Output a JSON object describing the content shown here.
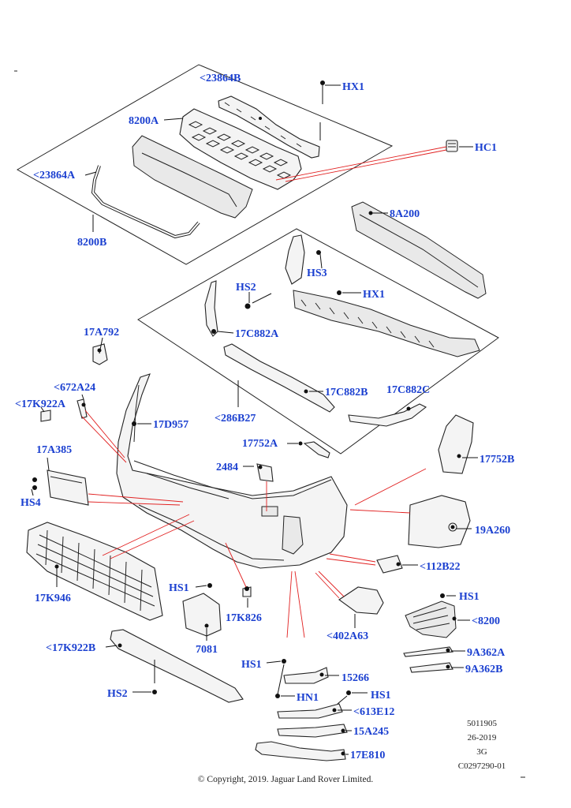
{
  "labels": {
    "l_23864B": "<23864B",
    "l_HX1_top": "HX1",
    "l_8200A": "8200A",
    "l_HC1": "HC1",
    "l_23864A": "<23864A",
    "l_8A200": "8A200",
    "l_8200B": "8200B",
    "l_HS3": "HS3",
    "l_HS2_mid": "HS2",
    "l_HX1_mid": "HX1",
    "l_17A792": "17A792",
    "l_17C882A": "17C882A",
    "l_17C882B": "17C882B",
    "l_17C882C": "17C882C",
    "l_672A24": "<672A24",
    "l_17K922A": "<17K922A",
    "l_17D957": "17D957",
    "l_286B27": "<286B27",
    "l_17A385": "17A385",
    "l_17752A": "17752A",
    "l_17752B": "17752B",
    "l_2484": "2484",
    "l_HS4": "HS4",
    "l_19A260": "19A260",
    "l_112B22": "<112B22",
    "l_17K946": "17K946",
    "l_HS1_a": "HS1",
    "l_17K826": "17K826",
    "l_HS1_b": "HS1",
    "l_8200": "<8200",
    "l_402A63": "<402A63",
    "l_7081": "7081",
    "l_17K922B": "<17K922B",
    "l_9A362A": "9A362A",
    "l_9A362B": "9A362B",
    "l_HS1_c": "HS1",
    "l_15266": "15266",
    "l_HS2_bot": "HS2",
    "l_HN1": "HN1",
    "l_HS1_d": "HS1",
    "l_613E12": "<613E12",
    "l_15A245": "15A245",
    "l_17E810": "17E810"
  },
  "footer": {
    "ref1": "5011905",
    "ref2": "26-2019",
    "ref3": "3G",
    "ref4": "C0297290-01",
    "copyright": "© Copyright, 2019. Jaguar Land Rover Limited."
  }
}
